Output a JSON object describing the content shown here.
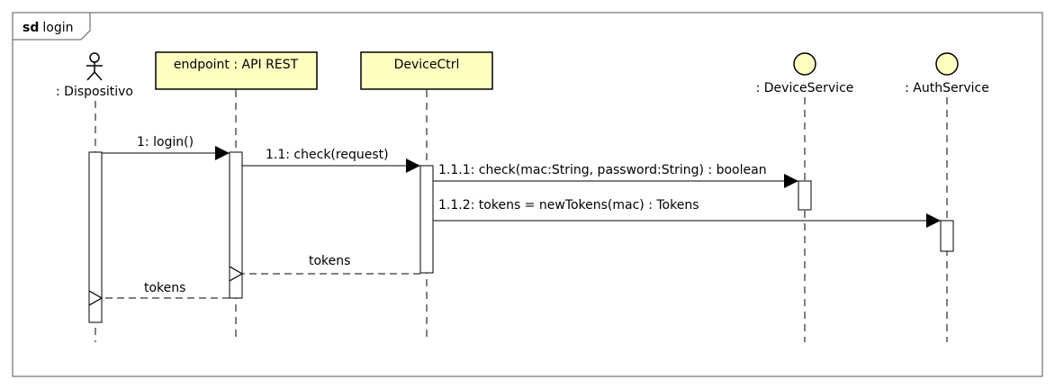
{
  "diagram": {
    "frame": {
      "keyword": "sd",
      "name": "login"
    },
    "participants": {
      "actor": ": Dispositivo",
      "endpoint": "endpoint : API REST",
      "device_ctrl": "DeviceCtrl",
      "device_service": ": DeviceService",
      "auth_service": ": AuthService"
    },
    "messages": {
      "m1": "1: login()",
      "m11": "1.1: check(request)",
      "m111": "1.1.1: check(mac:String, password:String) : boolean",
      "m112": "1.1.2: tokens = newTokens(mac) : Tokens",
      "r11": "tokens",
      "r1": "tokens"
    },
    "colors": {
      "box_fill": "#ffffc2",
      "activation_fill": "#ffffff",
      "stroke": "#000000",
      "frame_stroke": "#555555"
    }
  }
}
